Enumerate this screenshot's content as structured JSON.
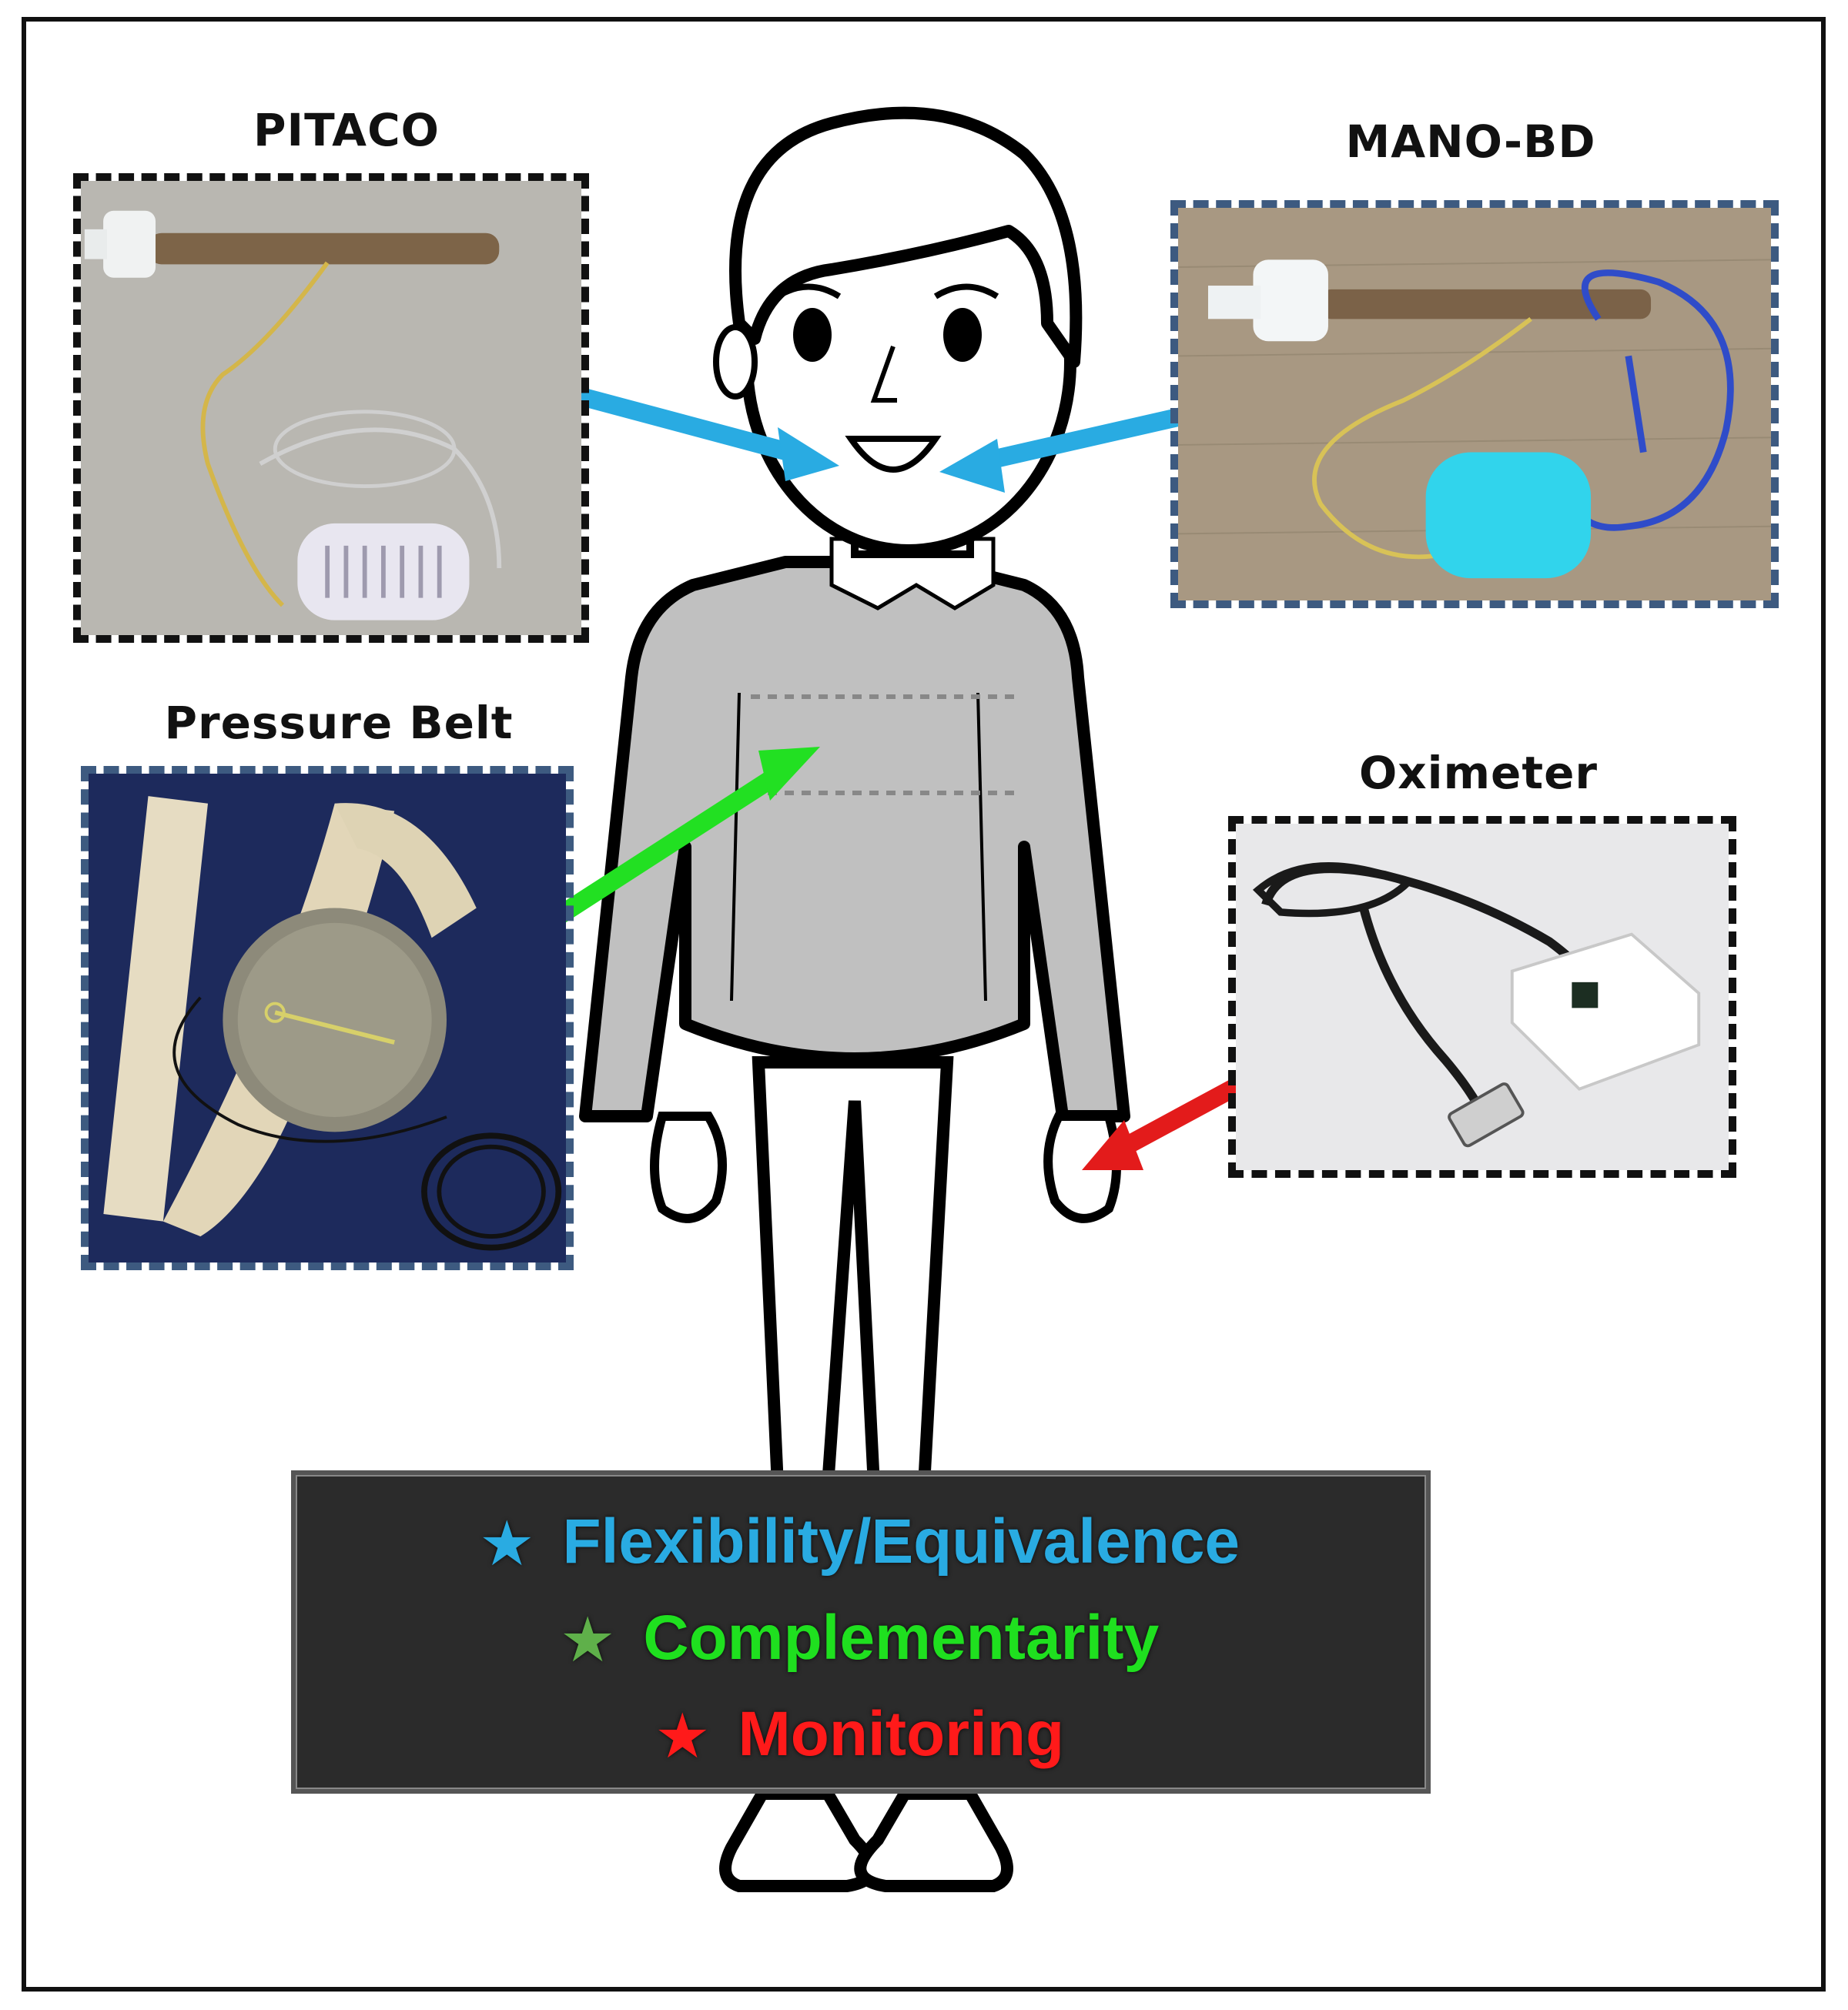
{
  "devices": {
    "pitaco": {
      "label": "PITACO"
    },
    "mano_bd": {
      "label": "MANO-BD"
    },
    "pressure_belt": {
      "label": "Pressure Belt"
    },
    "oximeter": {
      "label": "Oximeter"
    }
  },
  "legend": {
    "items": [
      {
        "star": "★",
        "text": "Flexibility/Equivalence",
        "color": "#29abe2"
      },
      {
        "star": "★",
        "text": "Complementarity",
        "color": "#1fe01f"
      },
      {
        "star": "★",
        "text": "Monitoring",
        "color": "#ff1a1a"
      }
    ]
  },
  "colors": {
    "arrow_blue": "#29abe2",
    "arrow_green": "#22e022",
    "arrow_red": "#e31b1b",
    "shirt": "#c0c0c0"
  }
}
